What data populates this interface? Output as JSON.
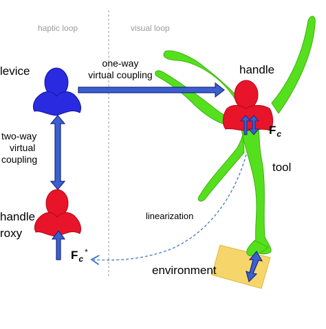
{
  "headers": {
    "haptic": "haptic loop",
    "visual": "visual loop"
  },
  "labels": {
    "device": "levice",
    "one_way": [
      "one-way",
      "virtual coupling"
    ],
    "handle": "handle",
    "force_main": "F",
    "force_main_sub": "c",
    "two_way": [
      "two-way",
      "virtual",
      "coupling"
    ],
    "tool": "tool",
    "handle_proxy": [
      "handle",
      "roxy"
    ],
    "linearization": "linearization",
    "force_proxy": "F",
    "force_proxy_sub": "c",
    "force_proxy_sup": "*",
    "environment": "environment"
  },
  "colors": {
    "device": "#2a2ae0",
    "proxy": "#e8142a",
    "tool": "#55e01e",
    "handle": "#e8142a",
    "arrow": "#3a5fd0",
    "arrow_outline": "#1a2a80",
    "environment": "#f6d66a",
    "dashed": "#4a7fd0",
    "divider": "#9a9a9a"
  }
}
